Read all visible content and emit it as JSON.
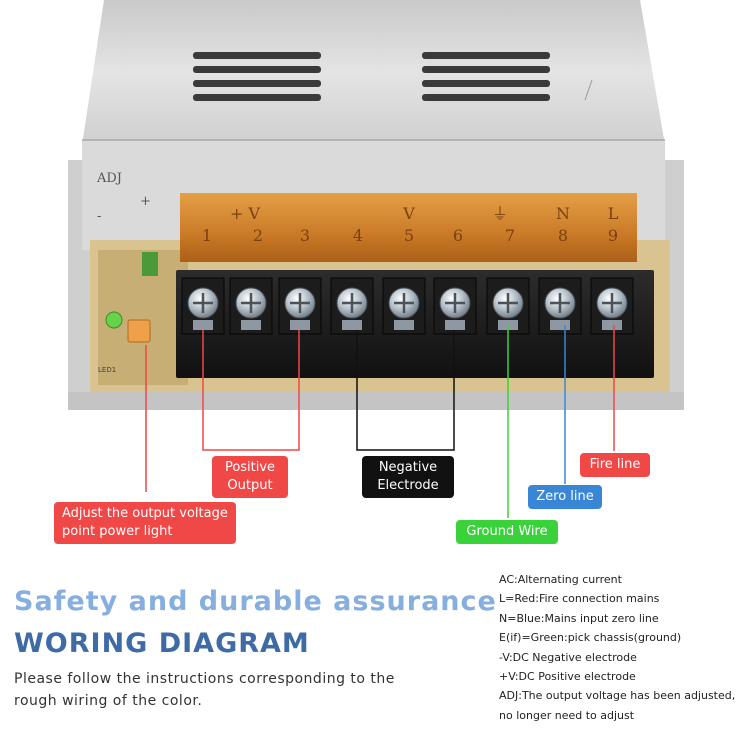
{
  "device": {
    "adj_label": "ADJ",
    "adj_minus": "-",
    "adj_plus": "+",
    "led_label": "LED1",
    "terminal_glyphs": [
      "+ V",
      "V",
      "⏚",
      "N",
      "L"
    ],
    "terminal_numbers": [
      "1",
      "2",
      "3",
      "4",
      "5",
      "6",
      "7",
      "8",
      "9"
    ]
  },
  "callouts": {
    "positive_output": "Positive Output",
    "negative_electrode": "Negative Electrode",
    "fire_line": "Fire line",
    "zero_line": "Zero line",
    "ground_wire": "Ground Wire",
    "adjust_light": "Adjust the output voltage point power light"
  },
  "colors": {
    "red": "#f04747",
    "black": "#111111",
    "blue": "#3a86d6",
    "green": "#3ad23a"
  },
  "headings": {
    "safety": "Safety and durable assurance",
    "diagram": "WORING DIAGRAM"
  },
  "instructions": "Please follow the instructions corresponding to the rough wiring of the color.",
  "legend": [
    "AC:Alternating current",
    "L=Red:Fire connection mains",
    "N=Blue:Mains input zero line",
    "E(if)=Green:pick chassis(ground)",
    "-V:DC Negative electrode",
    "+V:DC Positive electrode",
    "ADJ:The output voltage has been adjusted,",
    "no longer need to adjust"
  ]
}
